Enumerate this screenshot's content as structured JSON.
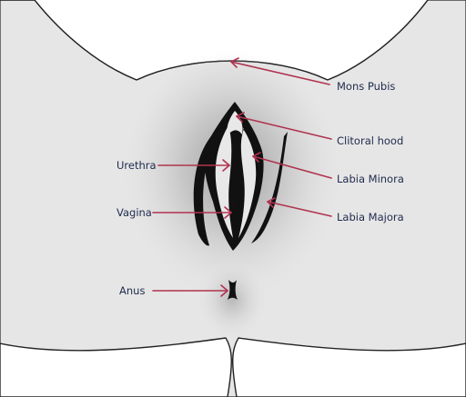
{
  "diagram": {
    "labels": {
      "mons_pubis": "Mons Pubis",
      "clitoral_hood": "Clitoral hood",
      "labia_minora": "Labia Minora",
      "labia_majora": "Labia Majora",
      "urethra": "Urethra",
      "vagina": "Vagina",
      "anus": "Anus"
    },
    "colors": {
      "background": "#ffffff",
      "skin": "#e6e6e6",
      "shading": "#9a9a9a",
      "outline": "#111111",
      "arrow": "#b1324f",
      "label_text": "#1f2a4d"
    }
  }
}
